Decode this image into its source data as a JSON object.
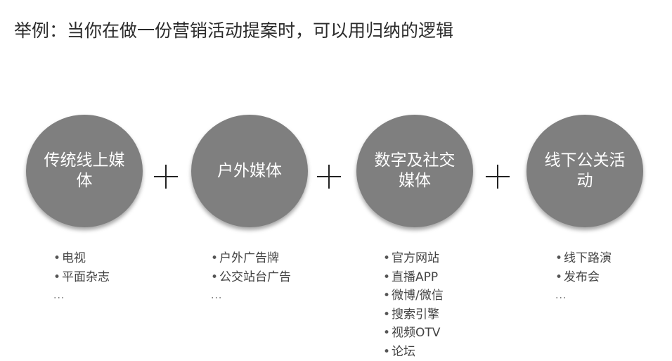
{
  "title": "举例：当你在做一份营销活动提案时，可以用归纳的逻辑",
  "operator": "+",
  "categories": [
    {
      "label": "传统线上媒体",
      "items": [
        "电视",
        "平面杂志"
      ],
      "ellipsis": "..."
    },
    {
      "label": "户外媒体",
      "items": [
        "户外广告牌",
        "公交站台广告"
      ],
      "ellipsis": "..."
    },
    {
      "label": "数字及社交媒体",
      "items": [
        "官方网站",
        "直播APP",
        "微博/微信",
        "搜索引擎",
        "视频OTV",
        "论坛"
      ]
    },
    {
      "label": "线下公关活动",
      "items": [
        "线下路演",
        "发布会"
      ],
      "ellipsis": "..."
    }
  ],
  "colors": {
    "circle": "#7f7f7f",
    "circle_text": "#ffffff",
    "text": "#444444"
  }
}
